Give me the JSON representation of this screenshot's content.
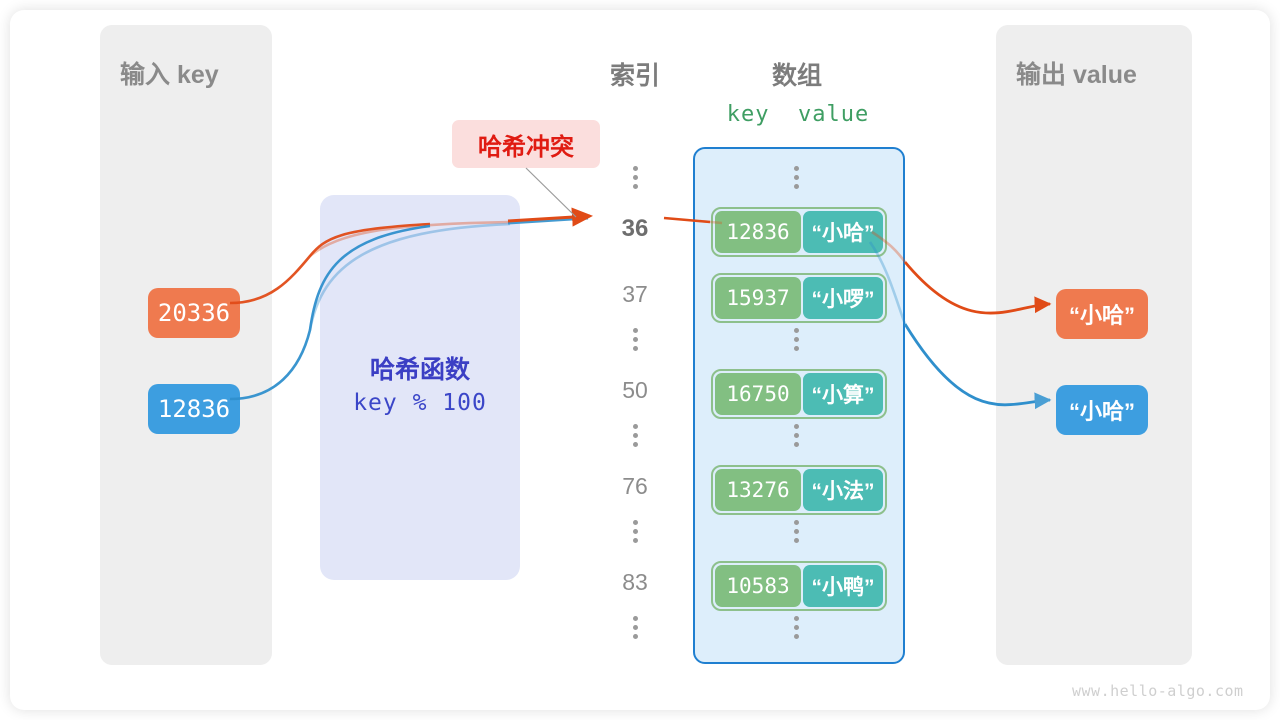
{
  "diagram": {
    "title": "hash-collision-diagram",
    "watermark": "www.hello-algo.com"
  },
  "input_panel": {
    "title": "输入 key",
    "keys": [
      {
        "value": "20336",
        "color": "#ef7a4f"
      },
      {
        "value": "12836",
        "color": "#3d9ee0"
      }
    ]
  },
  "hash_function": {
    "name": "哈希函数",
    "expression": "key % 100",
    "fill": "#e2e6f8",
    "text_color": "#3b3fc4"
  },
  "collision": {
    "label": "哈希冲突",
    "text_color": "#e01b12",
    "fill": "#fbdedd"
  },
  "columns": {
    "index_title": "索引",
    "array_title": "数组",
    "kv_header": "key  value",
    "kv_header_color": "#3f9e63"
  },
  "array": {
    "border_color": "#1f7fd0",
    "fill": "#ddeefb",
    "rows": [
      {
        "type": "dots"
      },
      {
        "type": "entry",
        "index": "36",
        "highlight": true,
        "key": "12836",
        "value": "“小哈”"
      },
      {
        "type": "entry",
        "index": "37",
        "highlight": false,
        "key": "15937",
        "value": "“小啰”"
      },
      {
        "type": "dots"
      },
      {
        "type": "entry",
        "index": "50",
        "highlight": false,
        "key": "16750",
        "value": "“小算”"
      },
      {
        "type": "dots"
      },
      {
        "type": "entry",
        "index": "76",
        "highlight": false,
        "key": "13276",
        "value": "“小法”"
      },
      {
        "type": "dots"
      },
      {
        "type": "entry",
        "index": "83",
        "highlight": false,
        "key": "10583",
        "value": "“小鸭”"
      },
      {
        "type": "dots"
      }
    ],
    "key_cell_color": "#82bf82",
    "value_cell_color": "#4cbcb4"
  },
  "output_panel": {
    "title": "输出 value",
    "values": [
      {
        "value": "“小哈”",
        "color": "#ef7a4f"
      },
      {
        "value": "“小哈”",
        "color": "#3d9ee0"
      }
    ]
  }
}
